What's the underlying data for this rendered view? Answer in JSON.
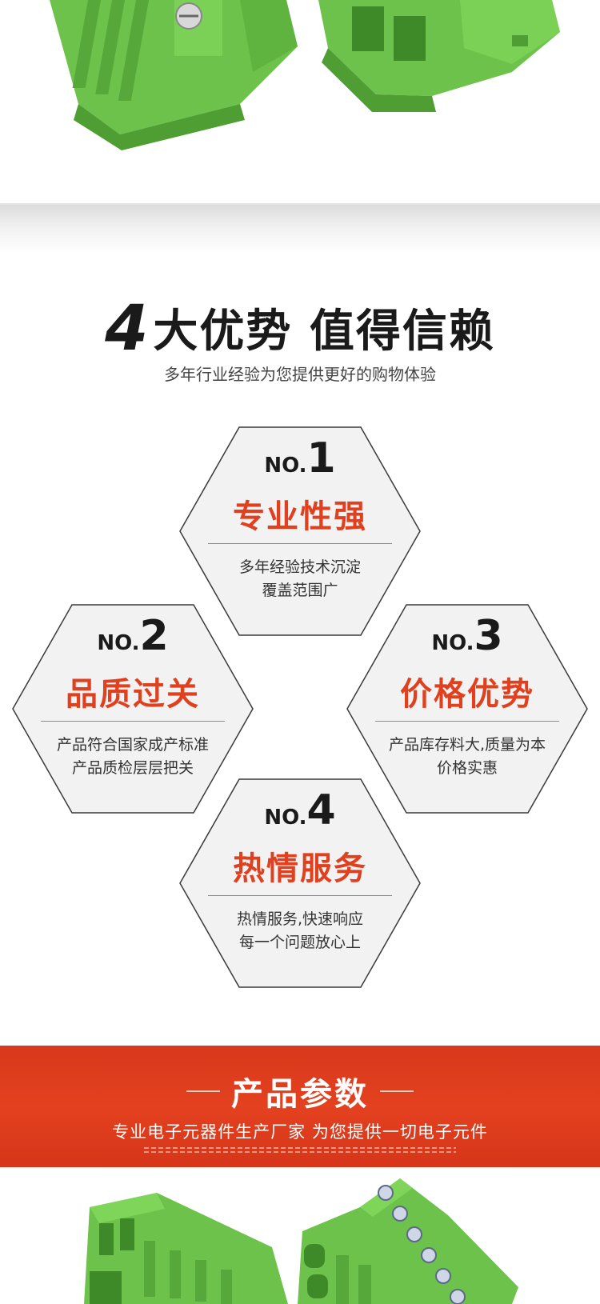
{
  "headline": {
    "number": "4",
    "text": "大优势 值得信赖",
    "subtitle": "多年行业经验为您提供更好的购物体验"
  },
  "features": [
    {
      "no_label": "NO.",
      "no_number": "1",
      "title": "专业性强",
      "desc_line1": "多年经验技术沉淀",
      "desc_line2": "覆盖范围广"
    },
    {
      "no_label": "NO.",
      "no_number": "2",
      "title": "品质过关",
      "desc_line1": "产品符合国家成产标准",
      "desc_line2": "产品质检层层把关"
    },
    {
      "no_label": "NO.",
      "no_number": "3",
      "title": "价格优势",
      "desc_line1": "产品库存料大,质量为本",
      "desc_line2": "价格实惠"
    },
    {
      "no_label": "NO.",
      "no_number": "4",
      "title": "热情服务",
      "desc_line1": "热情服务,快速响应",
      "desc_line2": "每一个问题放心上"
    }
  ],
  "banner": {
    "title": "产品参数",
    "subtitle": "专业电子元器件生产厂家 为您提供一切电子元件"
  },
  "colors": {
    "accent_red": "#e0401e",
    "banner_red": "#e3411f",
    "connector_green": "#6cc24a"
  }
}
